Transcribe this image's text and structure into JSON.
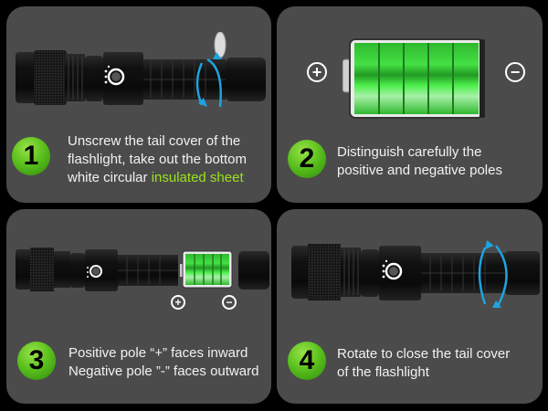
{
  "steps": [
    {
      "number": "1",
      "text_lines": [
        "Unscrew the tail cover of the",
        "flashlight, take out the bottom",
        "white circular "
      ],
      "highlight": "insulated sheet",
      "illustration": "flashlight-unscrew-tail-with-insulated-sheet"
    },
    {
      "number": "2",
      "text_lines": [
        "Distinguish carefully the",
        "positive and negative poles"
      ],
      "illustration": "battery-with-poles",
      "positive_symbol": "+",
      "negative_symbol": "−"
    },
    {
      "number": "3",
      "text_lines": [
        "Positive pole “+” faces inward",
        "Negative pole ”-” faces outward"
      ],
      "illustration": "flashlight-with-battery-inserted",
      "positive_symbol": "+",
      "negative_symbol": "−"
    },
    {
      "number": "4",
      "text_lines": [
        "Rotate to close the tail cover",
        "of the flashlight"
      ],
      "illustration": "flashlight-rotate-close-tail"
    }
  ],
  "colors": {
    "background": "#000000",
    "panel": "#4b4b4b",
    "badge_green": "#5cc21e",
    "highlight_text": "#9be31c",
    "rotation_arrow": "#1fa3e0",
    "battery_green": "#3ccf3c"
  }
}
